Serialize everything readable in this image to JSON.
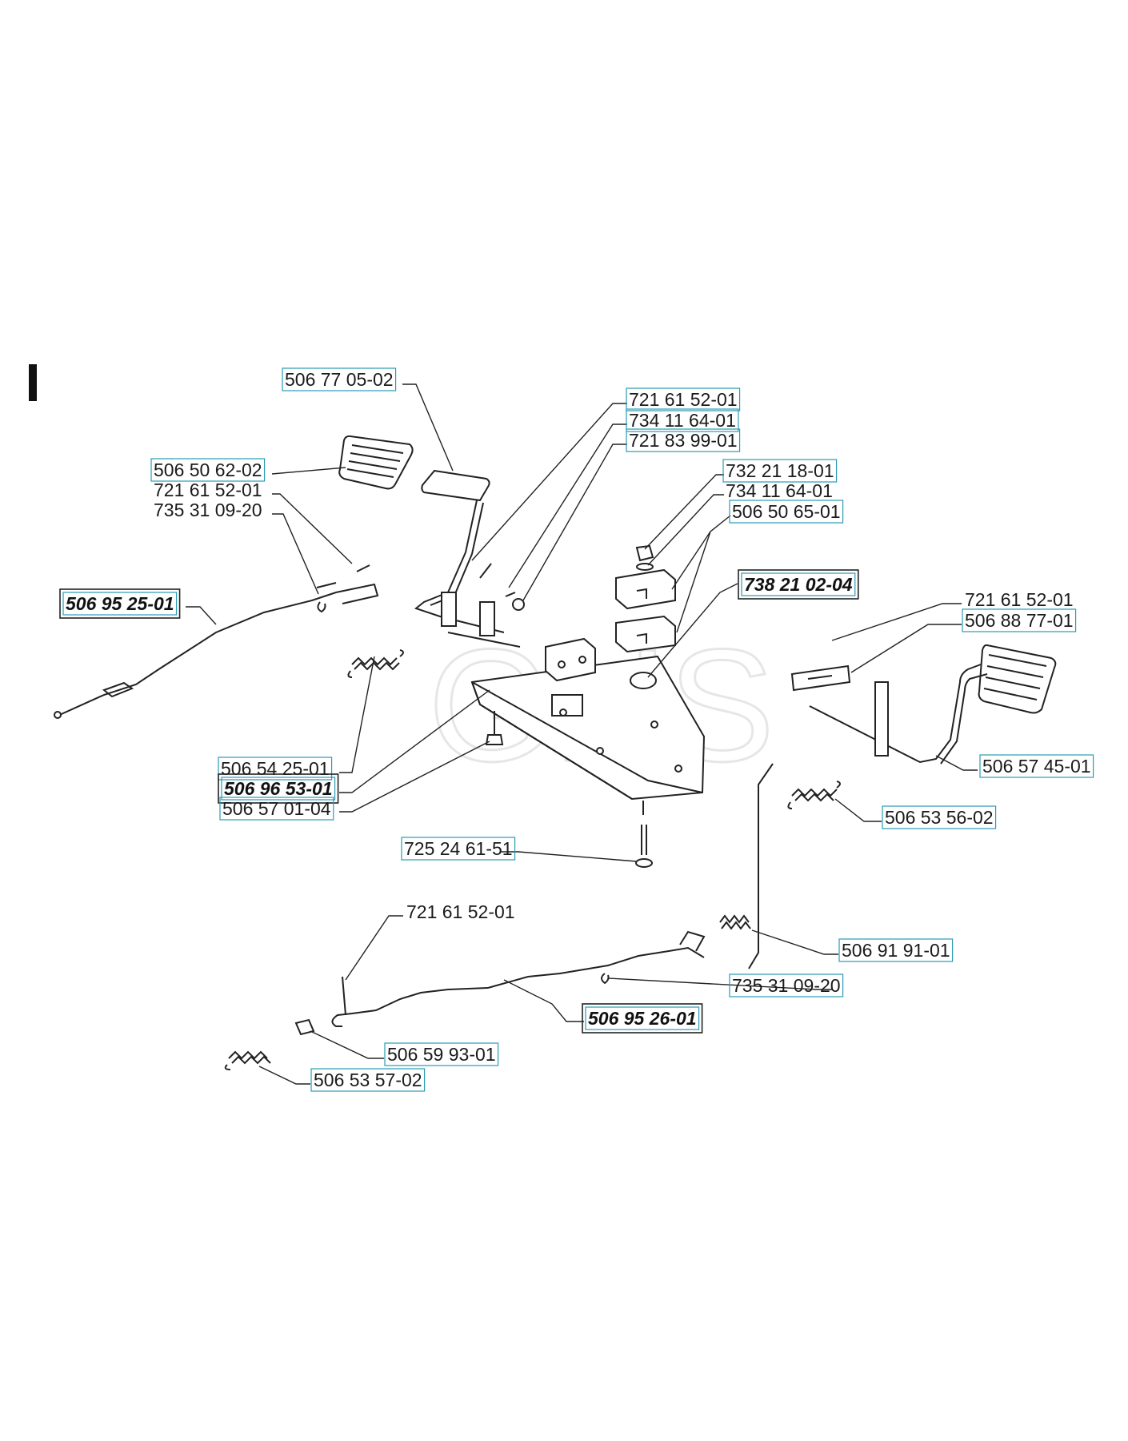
{
  "section": {
    "marker": "I"
  },
  "labels": [
    {
      "id": "l1",
      "text": "506 77 05-02",
      "bold": false,
      "highlight": true
    },
    {
      "id": "l2",
      "text": "721 61 52-01",
      "bold": false,
      "highlight": true
    },
    {
      "id": "l3",
      "text": "734 11 64-01",
      "bold": false,
      "highlight": true
    },
    {
      "id": "l4",
      "text": "721 83 99-01",
      "bold": false,
      "highlight": true
    },
    {
      "id": "l5",
      "text": "506 50 62-02",
      "bold": false,
      "highlight": true
    },
    {
      "id": "l6",
      "text": "721 61 52-01",
      "bold": false,
      "highlight": false
    },
    {
      "id": "l7",
      "text": "735 31 09-20",
      "bold": false,
      "highlight": false
    },
    {
      "id": "l8",
      "text": "732 21 18-01",
      "bold": false,
      "highlight": true
    },
    {
      "id": "l9",
      "text": "734 11 64-01",
      "bold": false,
      "highlight": false
    },
    {
      "id": "l10",
      "text": "506 50 65-01",
      "bold": false,
      "highlight": true
    },
    {
      "id": "l11",
      "text": "738 21 02-04",
      "bold": true,
      "highlight": true
    },
    {
      "id": "l12",
      "text": "506 95 25-01",
      "bold": true,
      "highlight": true
    },
    {
      "id": "l13",
      "text": "721 61 52-01",
      "bold": false,
      "highlight": false
    },
    {
      "id": "l14",
      "text": "506 88 77-01",
      "bold": false,
      "highlight": true
    },
    {
      "id": "l15",
      "text": "506 57 45-01",
      "bold": false,
      "highlight": true
    },
    {
      "id": "l16",
      "text": "506 54 25-01",
      "bold": false,
      "highlight": true
    },
    {
      "id": "l17",
      "text": "506 96 53-01",
      "bold": true,
      "highlight": true
    },
    {
      "id": "l18",
      "text": "506 57 01-04",
      "bold": false,
      "highlight": true
    },
    {
      "id": "l19",
      "text": "506 53 56-02",
      "bold": false,
      "highlight": true
    },
    {
      "id": "l20",
      "text": "725 24 61-51",
      "bold": false,
      "highlight": true
    },
    {
      "id": "l21",
      "text": "721 61 52-01",
      "bold": false,
      "highlight": false
    },
    {
      "id": "l22",
      "text": "506 91 91-01",
      "bold": false,
      "highlight": true
    },
    {
      "id": "l23",
      "text": "735 31 09-20",
      "bold": false,
      "highlight": true
    },
    {
      "id": "l24",
      "text": "506 95 26-01",
      "bold": true,
      "highlight": true
    },
    {
      "id": "l25",
      "text": "506 59 93-01",
      "bold": false,
      "highlight": true
    },
    {
      "id": "l26",
      "text": "506 53 57-02",
      "bold": false,
      "highlight": true
    }
  ],
  "watermark": {
    "text": "GHS"
  }
}
